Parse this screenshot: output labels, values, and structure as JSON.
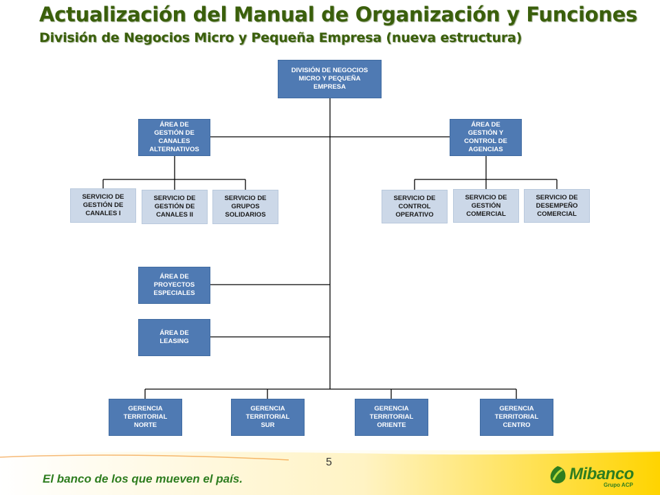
{
  "slide": {
    "title": "Actualización del Manual de Organización y Funciones",
    "subtitle": "División de Negocios Micro y Pequeña Empresa (nueva estructura)",
    "page_number": "5",
    "slogan": "El banco de los que mueven el país.",
    "brand": {
      "name": "Mibanco",
      "group": "Grupo ACP"
    }
  },
  "colors": {
    "title": "#3a5f0b",
    "box_dark": "#4f7ab3",
    "box_light": "#ccd8e8",
    "footer_yellow": "#ffd400",
    "brand_green": "#2e7d1f"
  },
  "org": {
    "root": "DIVISIÓN DE NEGOCIOS\nMICRO Y PEQUEÑA\nEMPRESA",
    "areas": {
      "canales": "ÁREA DE\nGESTIÓN DE\nCANALES\nALTERNATIVOS",
      "agencias": "ÁREA  DE\nGESTIÓN Y\nCONTROL DE\nAGENCIAS",
      "proyectos": "ÁREA DE\nPROYECTOS\nESPECIALES",
      "leasing": "ÁREA DE\nLEASING"
    },
    "servicios_canales": [
      "SERVICIO DE\nGESTIÓN DE\nCANALES I",
      "SERVICIO DE\nGESTIÓN DE\nCANALES II",
      "SERVICIO DE\nGRUPOS\nSOLIDARIOS"
    ],
    "servicios_agencias": [
      "SERVICIO DE\nCONTROL\nOPERATIVO",
      "SERVICIO DE\nGESTIÓN\nCOMERCIAL",
      "SERVICIO DE\nDESEMPEÑO\nCOMERCIAL"
    ],
    "gerencias": [
      "GERENCIA\nTERRITORIAL\nNORTE",
      "GERENCIA\nTERRITORIAL\nSUR",
      "GERENCIA\nTERRITORIAL\nORIENTE",
      "GERENCIA\nTERRITORIAL\nCENTRO"
    ]
  }
}
